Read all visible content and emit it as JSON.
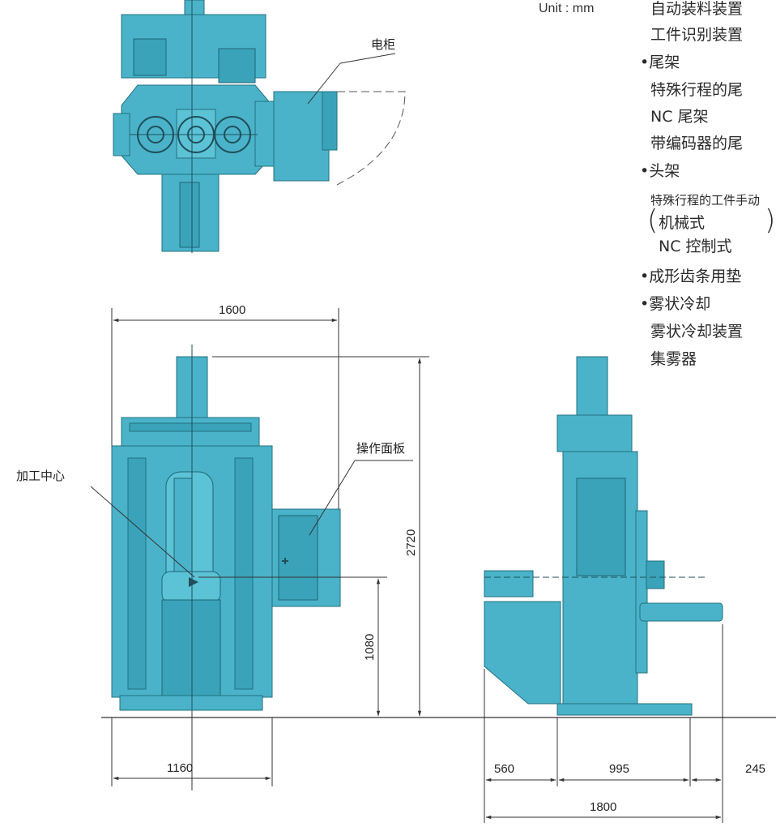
{
  "unit_label": "Unit : mm",
  "labels": {
    "electrical_cabinet": "电柜",
    "operation_panel": "操作面板",
    "machining_center": "加工中心"
  },
  "dimensions": {
    "top_width": "1600",
    "total_height": "2720",
    "center_height": "1080",
    "base_width": "1160",
    "side_front": "560",
    "side_middle": "995",
    "side_rear": "245",
    "side_total": "1800"
  },
  "options": [
    {
      "text": "自动装料装置",
      "style": "big"
    },
    {
      "text": "工件识别装置",
      "style": "big"
    },
    {
      "text": "•尾架",
      "style": "big"
    },
    {
      "text": "特殊行程的尾",
      "style": "big"
    },
    {
      "text": "NC 尾架",
      "style": "big"
    },
    {
      "text": "带编码器的尾",
      "style": "big"
    },
    {
      "text": "•头架",
      "style": "big"
    },
    {
      "text": "特殊行程的工件手动",
      "style": "small"
    },
    {
      "text": "机械式",
      "style": "big"
    },
    {
      "text": "NC 控制式",
      "style": "big"
    },
    {
      "text": "•成形齿条用垫",
      "style": "big"
    },
    {
      "text": "•雾状冷却",
      "style": "big"
    },
    {
      "text": "雾状冷却装置",
      "style": "big"
    },
    {
      "text": "集雾器",
      "style": "big"
    }
  ],
  "colors": {
    "machine": "#4ab3c9",
    "machine_dark": "#2f8ca3",
    "line": "#333333",
    "background": "#ffffff"
  }
}
